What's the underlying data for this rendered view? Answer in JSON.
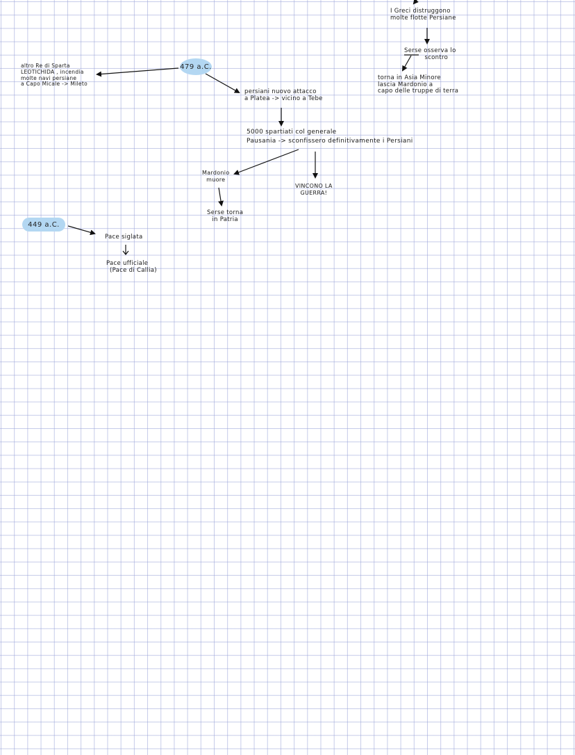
{
  "page": {
    "type": "graph-paper-notes",
    "grid_color": "#a0aad7",
    "highlight_color": "#b3d7f2",
    "ink_color": "#1a1a1a"
  },
  "notes": {
    "greci": {
      "line1": "I Greci distruggono",
      "line2": "molte flotte Persiane"
    },
    "serse_osserva": {
      "line1": "Serse osserva lo",
      "line2": "scontro"
    },
    "torna_asia": {
      "line1": "torna in Asia Minore",
      "line2": "lascia Mardonio a",
      "line3": "capo delle truppe di terra"
    },
    "date_479": "479 a.C.",
    "leotichida": {
      "line1": "altro Re di Sparta",
      "line2": "LEOTICHIDA , incendia",
      "line3": "molte navi persiane",
      "line4": "a Capo Micale -> Mileto"
    },
    "persiani_attacco": {
      "line1": "persiani nuovo attacco",
      "line2": "a Platea -> vicino a Tebe"
    },
    "spartiati": {
      "line1": "5000 spartiati col generale",
      "line2": "Pausania -> sconfissero definitivamente i Persiani"
    },
    "mardonio": {
      "line1": "Mardonio",
      "line2": "muore"
    },
    "vincono": {
      "line1": "VINCONO LA",
      "line2": "GUERRA!"
    },
    "serse_torna": {
      "line1": "Serse torna",
      "line2": "in Patria"
    },
    "date_449": "449 a.C.",
    "pace_siglata": "Pace siglata",
    "pace_ufficiale": {
      "line1": "Pace ufficiale",
      "line2": "(Pace di Callia)"
    }
  }
}
